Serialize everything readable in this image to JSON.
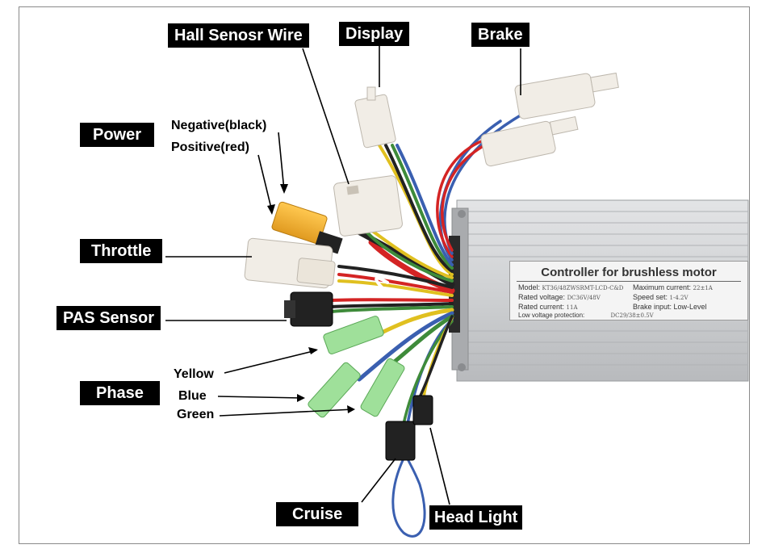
{
  "labels": {
    "hall_sensor": "Hall Senosr Wire",
    "display": "Display",
    "brake": "Brake",
    "power": "Power",
    "negative": "Negative(black)",
    "positive": "Positive(red)",
    "throttle": "Throttle",
    "pas_sensor": "PAS Sensor",
    "phase": "Phase",
    "yellow": "Yellow",
    "blue": "Blue",
    "green": "Green",
    "cruise": "Cruise",
    "head_light": "Head Light"
  },
  "plate": {
    "title": "Controller for brushless motor",
    "model_label": "Model:",
    "model_value": "KT36/48ZWSRMT-LCD-C&D",
    "max_current_label": "Maximum current:",
    "max_current_value": "22±1A",
    "rated_voltage_label": "Rated voltage:",
    "rated_voltage_value": "DC36V/48V",
    "speed_set_label": "Speed set:",
    "speed_set_value": "1-4.2V",
    "rated_current_label": "Rated current:",
    "rated_current_value": "11A",
    "brake_input": "Brake input: Low-Level",
    "low_voltage_label": "Low voltage protection:",
    "low_voltage_value": "DC29/38±0.5V"
  },
  "colors": {
    "label_bg": "#000000",
    "label_text": "#ffffff",
    "housing": "#cfd1d3",
    "red_wire": "#d42424",
    "black_wire": "#222222",
    "blue_wire": "#3a5fb0",
    "green_wire": "#3e8b3a",
    "yellow_wire": "#e0c020",
    "xt60": "#f2b12f",
    "connector_white": "#f1ede6",
    "phase_terminal": "#9fe09a"
  }
}
